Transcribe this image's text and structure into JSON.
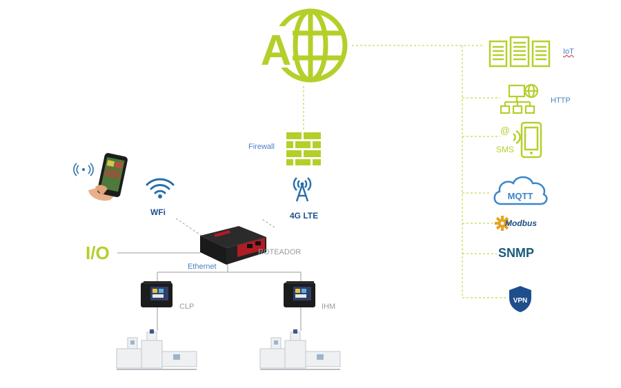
{
  "colors": {
    "accent_green": "#b5cf2a",
    "navy": "#1f4e8c",
    "teal_blue": "#2a6fa8",
    "label_blue": "#4a7fc4",
    "label_grey": "#9a9a9a",
    "router_red": "#b01c24"
  },
  "center": {
    "internet_icon": "globe-with-a-icon",
    "firewall_label": "Firewall",
    "cell_label": "4G LTE",
    "wifi_label": "WFi",
    "io_label": "I/O",
    "router_label": "ROTEADOR",
    "ethernet_label": "Ethernet",
    "plc_label": "CLP",
    "hmi_label": "IHM"
  },
  "services": [
    {
      "label": "IoT",
      "icon": "server-rack-icon"
    },
    {
      "label": "HTTP",
      "icon": "web-network-icon"
    },
    {
      "label": "SMS",
      "icon": "smartphone-sms-icon"
    },
    {
      "label": "MQTT",
      "icon": "mqtt-cloud-icon"
    },
    {
      "label": "Modbus",
      "icon": "modbus-logo-icon"
    },
    {
      "label": "SNMP",
      "icon": "snmp-logo-icon"
    },
    {
      "label": "VPN",
      "icon": "vpn-shield-icon"
    }
  ]
}
